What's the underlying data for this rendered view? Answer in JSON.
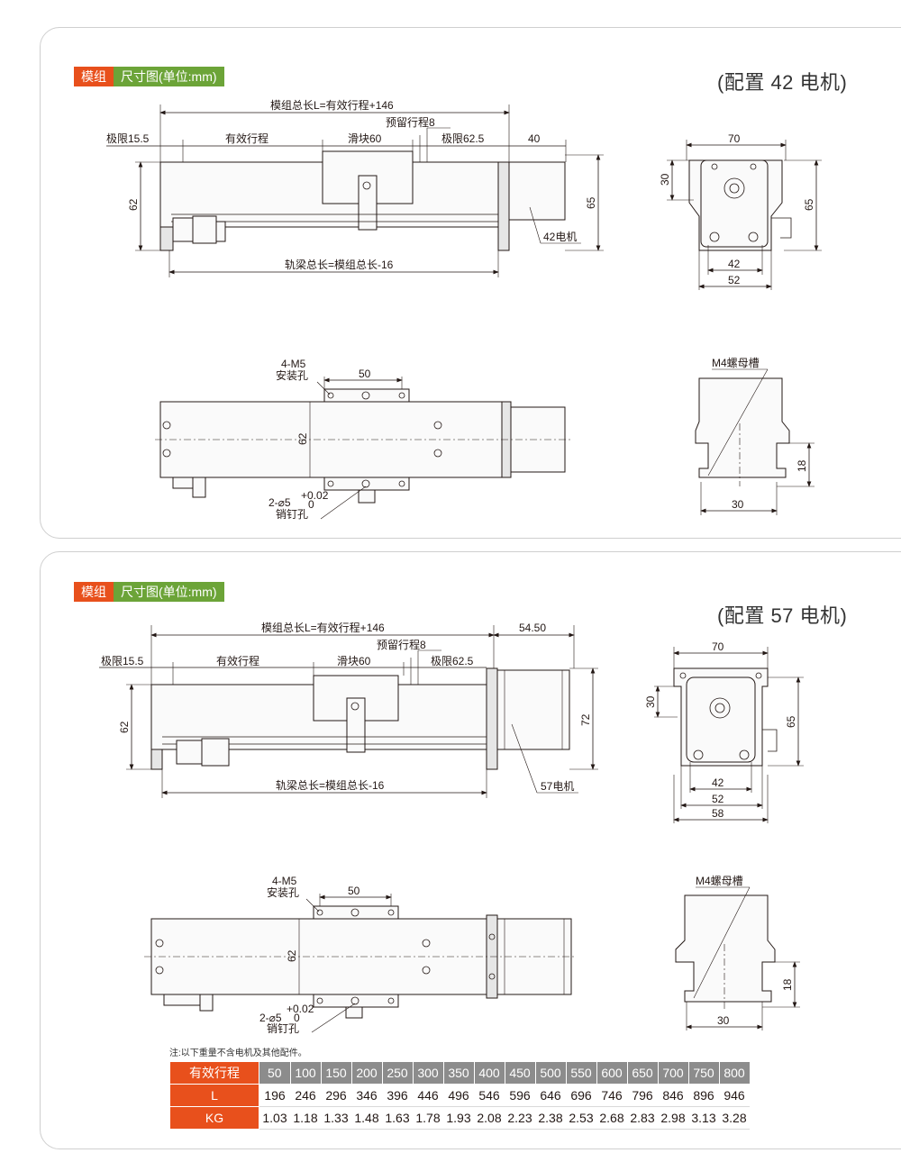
{
  "tag": {
    "a": "模组",
    "b": "尺寸图(单位:mm)"
  },
  "cfg42": "(配置 42 电机)",
  "cfg57": "(配置 57 电机)",
  "d42": {
    "total": "模组总长L=有效行程+146",
    "reserve": "预留行程8",
    "lim1": "极限15.5",
    "stroke": "有效行程",
    "slider": "滑块60",
    "lim2": "极限62.5",
    "motor_len": "40",
    "h62": "62",
    "h65": "65",
    "motor": "42电机",
    "rail": "轨梁总长=模组总长-16",
    "e70": "70",
    "e30": "30",
    "e65": "65",
    "e42": "42",
    "e52": "52",
    "m5a": "4-M5",
    "m5b": "安装孔",
    "s50": "50",
    "t62": "62",
    "pin1": "2-⌀5",
    "tolp": "+0.02",
    "tol0": "0",
    "pin2": "销钉孔",
    "nut": "M4螺母槽",
    "n18": "18",
    "n30": "30"
  },
  "d57": {
    "total": "模组总长L=有效行程+146",
    "motor_len": "54.50",
    "reserve": "预留行程8",
    "lim1": "极限15.5",
    "stroke": "有效行程",
    "slider": "滑块60",
    "lim2": "极限62.5",
    "h62": "62",
    "h72": "72",
    "rail": "轨梁总长=模组总长-16",
    "motor": "57电机",
    "e70": "70",
    "e30": "30",
    "e65": "65",
    "e42": "42",
    "e52": "52",
    "e58": "58",
    "m5a": "4-M5",
    "m5b": "安装孔",
    "s50": "50",
    "t62": "62",
    "pin1": "2-⌀5",
    "tolp": "+0.02",
    "tol0": "0",
    "pin2": "销钉孔",
    "nut": "M4螺母槽",
    "n18": "18",
    "n30": "30"
  },
  "note": "注:以下重量不含电机及其他配件。",
  "table": {
    "h_stroke": "有效行程",
    "h_L": "L",
    "h_KG": "KG",
    "strokes": [
      "50",
      "100",
      "150",
      "200",
      "250",
      "300",
      "350",
      "400",
      "450",
      "500",
      "550",
      "600",
      "650",
      "700",
      "750",
      "800"
    ],
    "L": [
      "196",
      "246",
      "296",
      "346",
      "396",
      "446",
      "496",
      "546",
      "596",
      "646",
      "696",
      "746",
      "796",
      "846",
      "896",
      "946"
    ],
    "KG": [
      "1.03",
      "1.18",
      "1.33",
      "1.48",
      "1.63",
      "1.78",
      "1.93",
      "2.08",
      "2.23",
      "2.38",
      "2.53",
      "2.68",
      "2.83",
      "2.98",
      "3.13",
      "3.28"
    ]
  }
}
